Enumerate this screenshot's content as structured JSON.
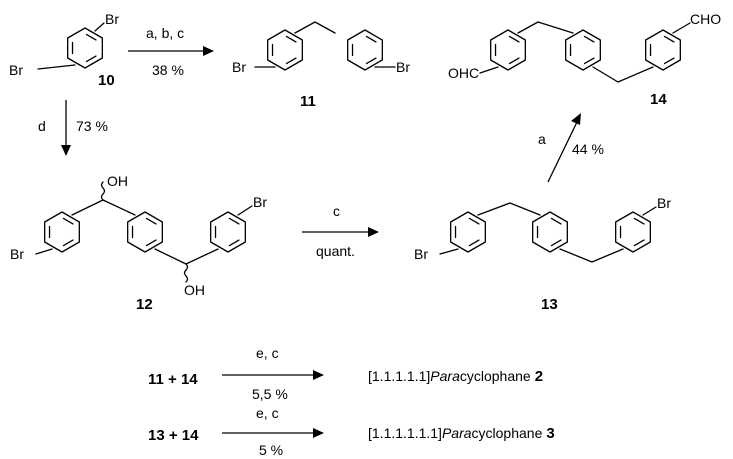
{
  "compounds": {
    "c10": {
      "number": "10",
      "atoms": [
        "Br",
        "Br"
      ]
    },
    "c11": {
      "number": "11",
      "atoms": [
        "Br",
        "Br"
      ]
    },
    "c12": {
      "number": "12",
      "atoms": [
        "OH",
        "Br",
        "OH",
        "Br"
      ]
    },
    "c13": {
      "number": "13",
      "atoms": [
        "Br",
        "Br"
      ]
    },
    "c14": {
      "number": "14",
      "atoms": [
        "OHC",
        "CHO"
      ]
    }
  },
  "steps": {
    "to11": {
      "reagents": "a, b, c",
      "yield": "38 %"
    },
    "to12": {
      "reagents": "d",
      "yield": "73 %"
    },
    "to13": {
      "reagents": "c",
      "yield": "quant."
    },
    "to14": {
      "reagents": "a",
      "yield": "44 %"
    }
  },
  "syntheses": [
    {
      "reactants": "11 + 14",
      "reagents": "e, c",
      "yield": "5,5 %",
      "product_prefix": "[1.1.1.1.1]",
      "product_italic": "Para",
      "product_suffix": "cyclophane",
      "product_number": "2"
    },
    {
      "reactants": "13 + 14",
      "reagents": "e, c",
      "yield": "5 %",
      "product_prefix": "[1.1.1.1.1.1]",
      "product_italic": "Para",
      "product_suffix": "cyclophane",
      "product_number": "3"
    }
  ]
}
